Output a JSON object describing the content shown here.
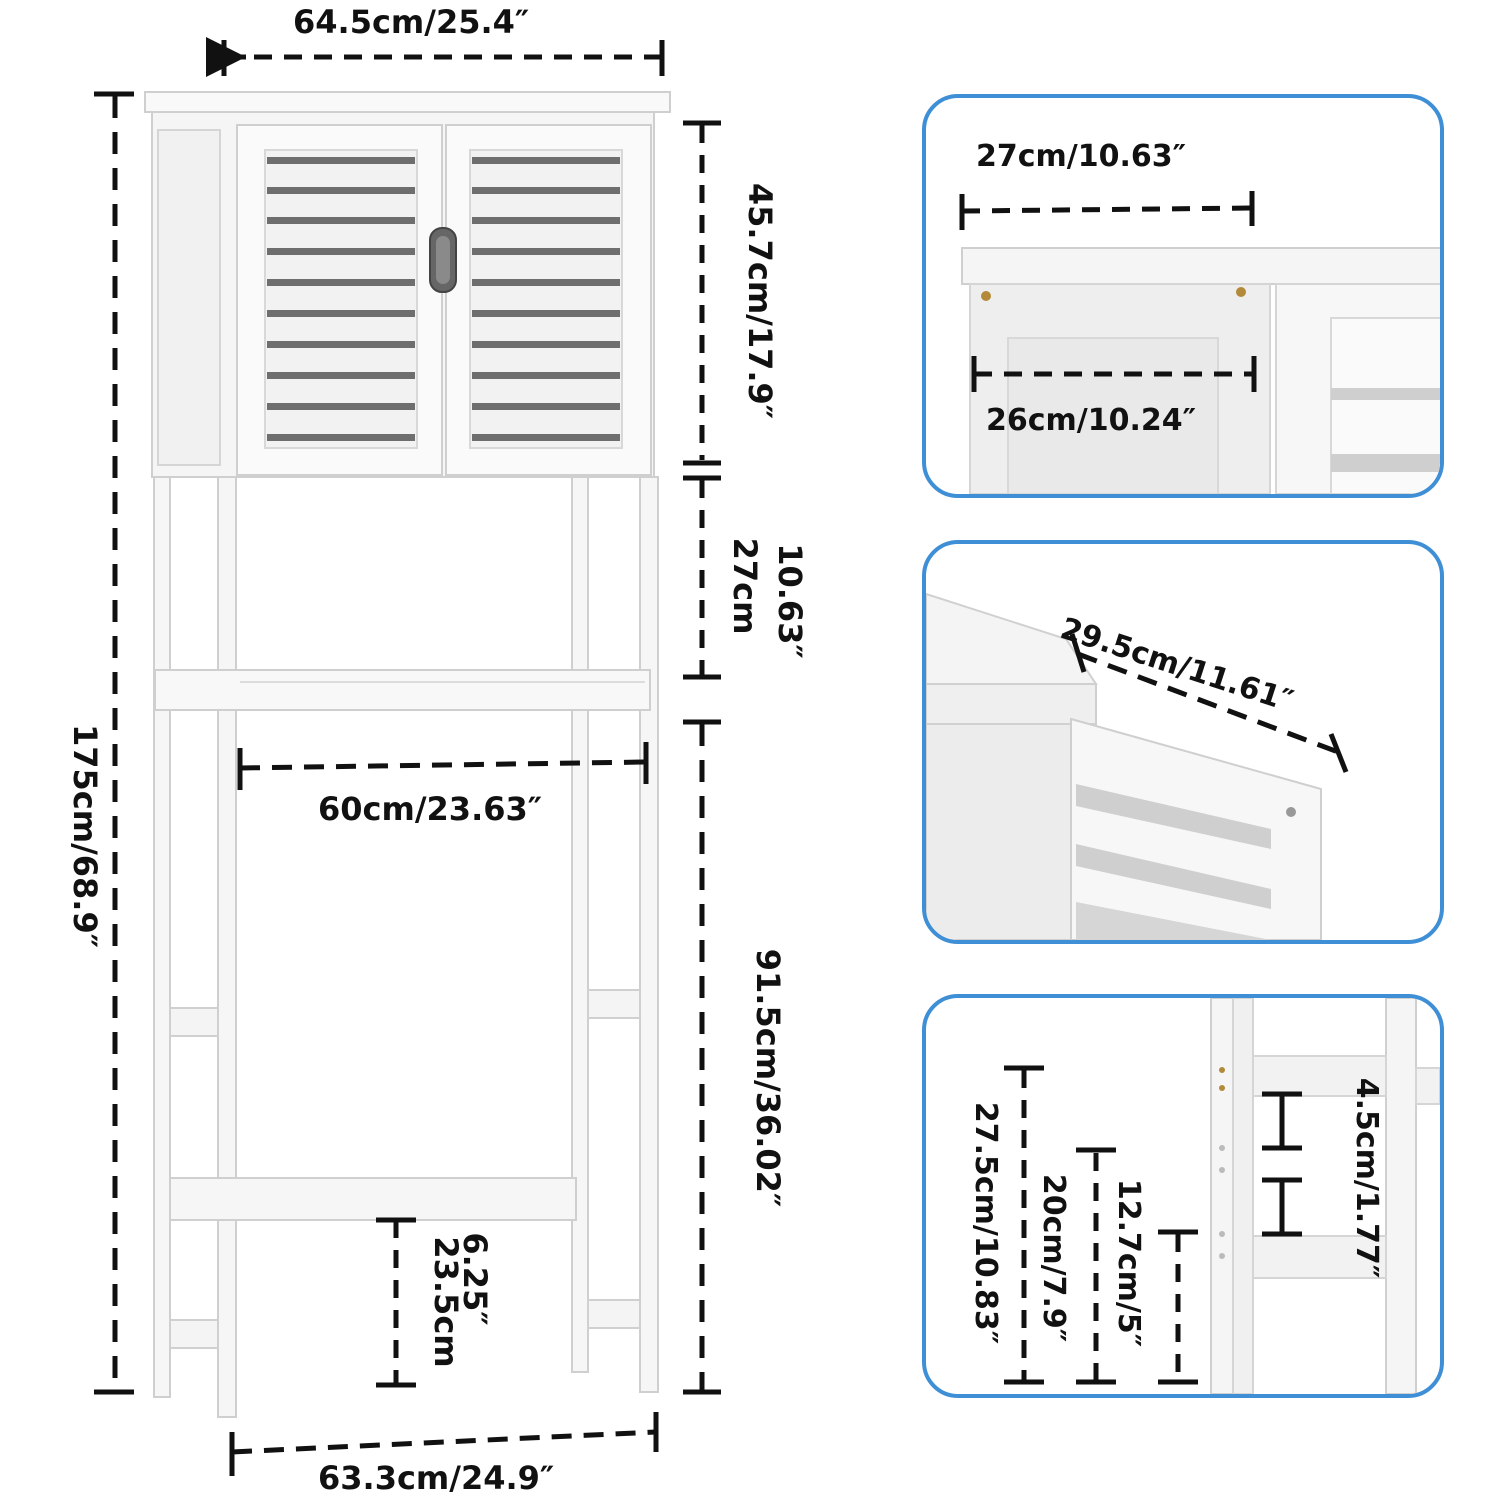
{
  "dimensions": {
    "top_width": "64.5cm/25.4″",
    "total_height": "175cm/68.9″",
    "cabinet_height": "45.7cm/17.9″",
    "open_shelf_height_line1": "10.63″",
    "open_shelf_height_line2": "27cm",
    "shelf_width": "60cm/23.63″",
    "lower_height": "91.5cm/36.02″",
    "bar_height_line1": "6.25″",
    "bar_height_line2": "23.5cm",
    "base_width": "63.3cm/24.9″"
  },
  "detail_panels": [
    {
      "labels": {
        "depth_outer": "27cm/10.63″",
        "depth_inner": "26cm/10.24″"
      }
    },
    {
      "labels": {
        "door_span": "29.5cm/11.61″"
      }
    },
    {
      "labels": {
        "h1": "27.5cm/10.83″",
        "h2": "20cm/7.9″",
        "h3": "12.7cm/5″",
        "spacing": "4.5cm/1.77″"
      }
    }
  ],
  "colors": {
    "frame": "#f7f7f7",
    "edge": "#cfcfcf",
    "slot": "#6e6e6e",
    "accent": "#3f8fd6",
    "arrow": "#111111"
  }
}
